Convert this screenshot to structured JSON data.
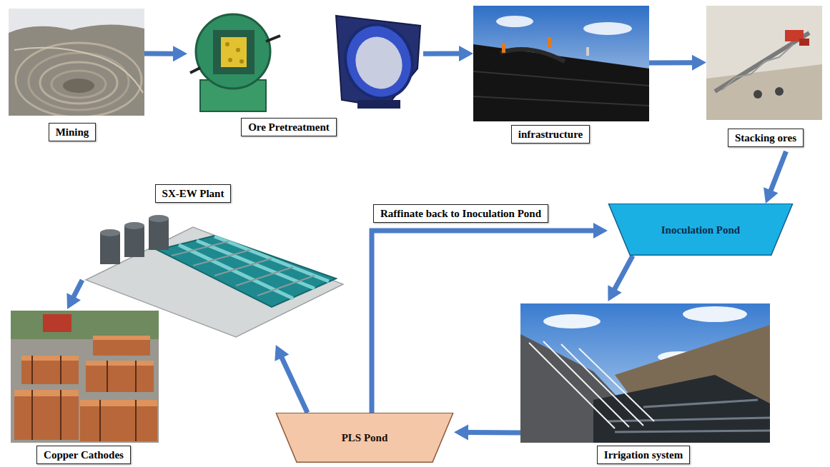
{
  "diagram": {
    "nodes": [
      {
        "text": [
          "Mining"
        ]
      },
      {
        "text": [
          "Ore Pretreatment"
        ]
      },
      {
        "text": [
          "infrastructure"
        ]
      },
      {
        "text": [
          "Stacking ores"
        ]
      },
      {
        "text": [
          "SX-EW Plant"
        ]
      },
      {
        "text": [
          "Inoculation Pond"
        ]
      },
      {
        "text": [
          "Irrigation system"
        ]
      },
      {
        "text": [
          "Copper Cathodes"
        ]
      },
      {
        "text": [
          "PLS Pond"
        ]
      }
    ],
    "edges": [
      {
        "from": 0,
        "to": 1,
        "arrow": "to"
      },
      {
        "from": 1,
        "to": 2,
        "arrow": "to"
      },
      {
        "from": 2,
        "to": 3,
        "arrow": "to"
      },
      {
        "from": 3,
        "to": 5,
        "arrow": "to"
      },
      {
        "from": 5,
        "to": 6,
        "arrow": "to"
      },
      {
        "from": 6,
        "to": 8,
        "arrow": "to"
      },
      {
        "from": 8,
        "to": 4,
        "arrow": "to"
      },
      {
        "from": 4,
        "to": 7,
        "arrow": "to"
      },
      {
        "from": 8,
        "to": 5,
        "label": "Raffinate back to Inoculation Pond",
        "arrow": "to"
      }
    ]
  }
}
